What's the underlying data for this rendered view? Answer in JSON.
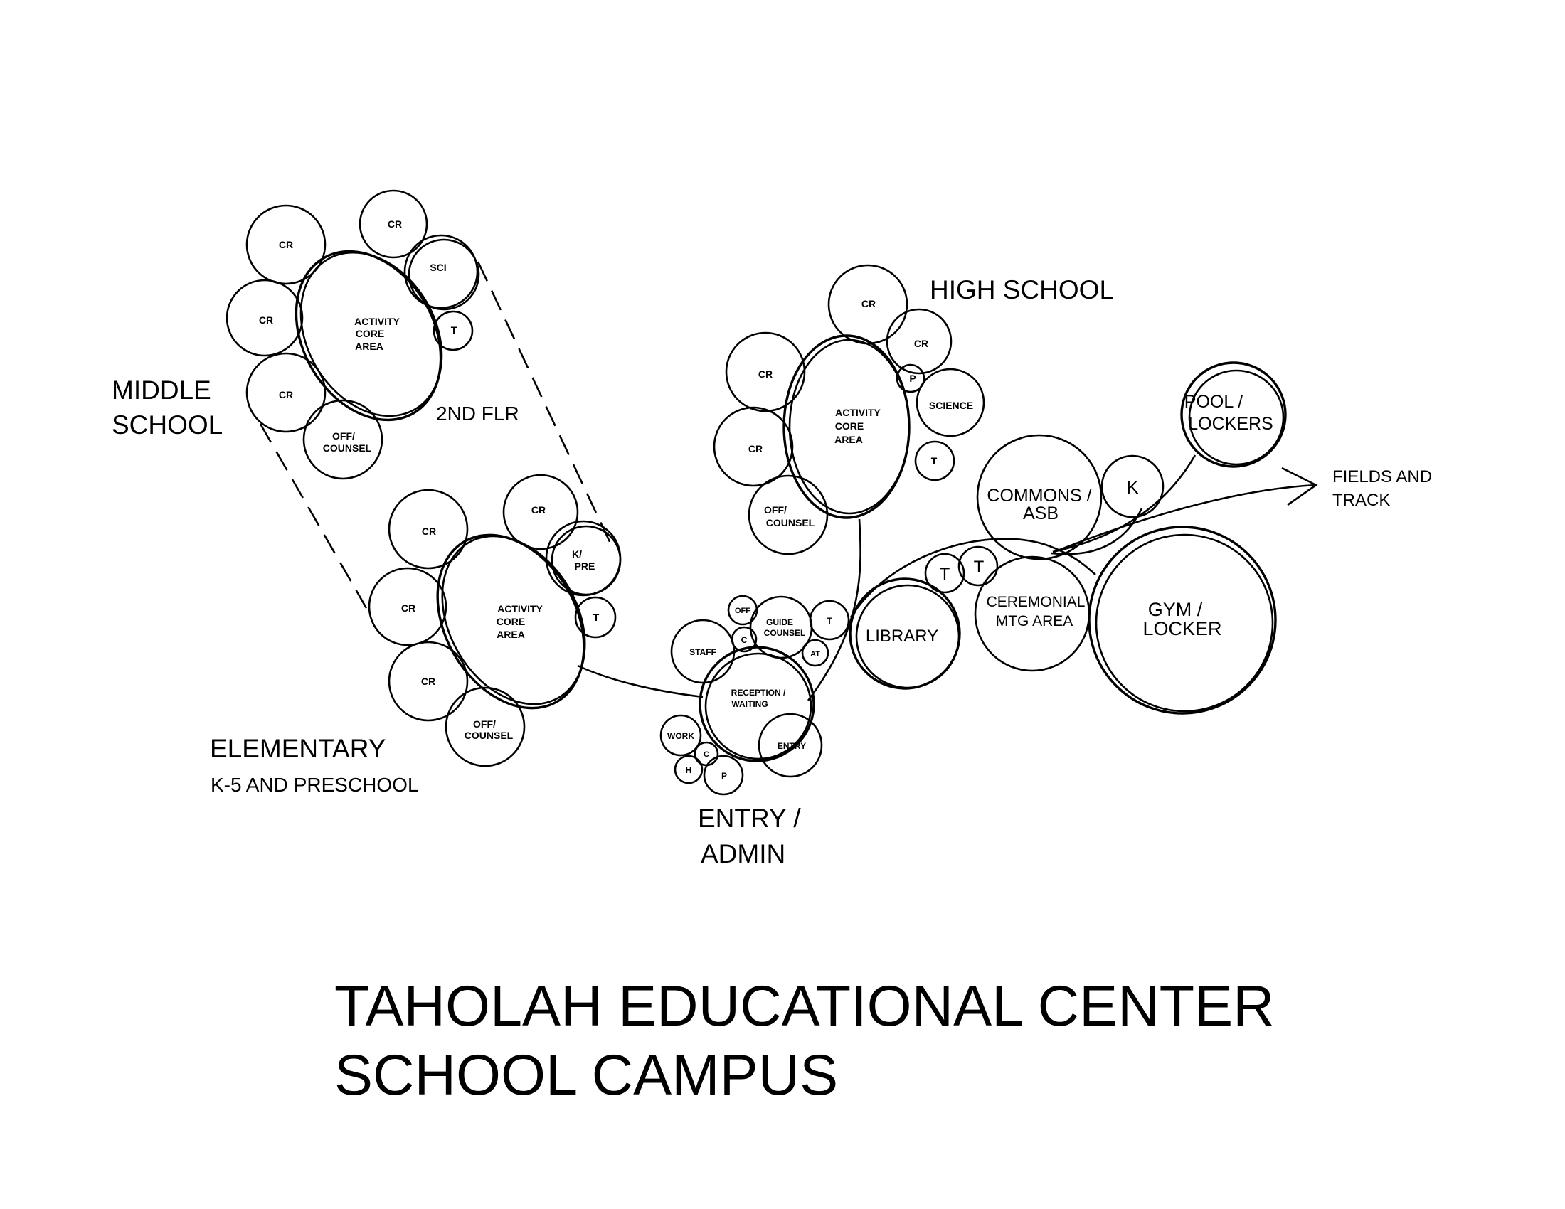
{
  "title": {
    "line1": "TAHOLAH EDUCATIONAL CENTER",
    "line2": "SCHOOL CAMPUS"
  },
  "groups": {
    "middle_school": {
      "line1": "MIDDLE",
      "line2": "SCHOOL",
      "floor_note": "2ND FLR"
    },
    "elementary": {
      "line1": "ELEMENTARY",
      "line2": "K-5 AND PRESCHOOL"
    },
    "high_school": {
      "line1": "HIGH SCHOOL"
    },
    "entry_admin": {
      "line1": "ENTRY /",
      "line2": "ADMIN"
    }
  },
  "rooms": {
    "ms_cr_top_left": "CR",
    "ms_cr_top": "CR",
    "ms_sci": "SCI",
    "ms_cr_left": "CR",
    "ms_core_1": "ACTIVITY",
    "ms_core_2": "CORE",
    "ms_core_3": "AREA",
    "ms_t": "T",
    "ms_cr_bottom": "CR",
    "ms_off_1": "OFF/",
    "ms_off_2": "COUNSEL",
    "el_cr_top": "CR",
    "el_cr_top_right": "CR",
    "el_kpre_1": "K/",
    "el_kpre_2": "PRE",
    "el_cr_left": "CR",
    "el_core_1": "ACTIVITY",
    "el_core_2": "CORE",
    "el_core_3": "AREA",
    "el_t": "T",
    "el_cr_bottom": "CR",
    "el_off_1": "OFF/",
    "el_off_2": "COUNSEL",
    "hs_cr_top": "CR",
    "hs_cr_top_right": "CR",
    "hs_cr_left": "CR",
    "hs_p": "P",
    "hs_core_1": "ACTIVITY",
    "hs_core_2": "CORE",
    "hs_core_3": "AREA",
    "hs_science": "SCIENCE",
    "hs_cr_lower_left": "CR",
    "hs_t": "T",
    "hs_off_1": "OFF/",
    "hs_off_2": "COUNSEL",
    "ad_off": "OFF",
    "ad_guide_1": "GUIDE",
    "ad_guide_2": "COUNSEL",
    "ad_t": "T",
    "ad_c_top": "C",
    "ad_staff": "STAFF",
    "ad_at": "AT",
    "ad_reception_1": "RECEPTION /",
    "ad_reception_2": "WAITING",
    "ad_work": "WORK",
    "ad_entry": "ENTRY",
    "ad_c_bottom": "C",
    "ad_h": "H",
    "ad_p": "P",
    "library": "LIBRARY",
    "t_left": "T",
    "t_right": "T",
    "ceremonial_1": "CEREMONIAL",
    "ceremonial_2": "MTG AREA",
    "gym_1": "GYM /",
    "gym_2": "LOCKER",
    "commons_1": "COMMONS /",
    "commons_2": "ASB",
    "k": "K",
    "pool_1": "POOL /",
    "pool_2": "LOCKERS",
    "fields_1": "FIELDS AND",
    "fields_2": "TRACK"
  }
}
